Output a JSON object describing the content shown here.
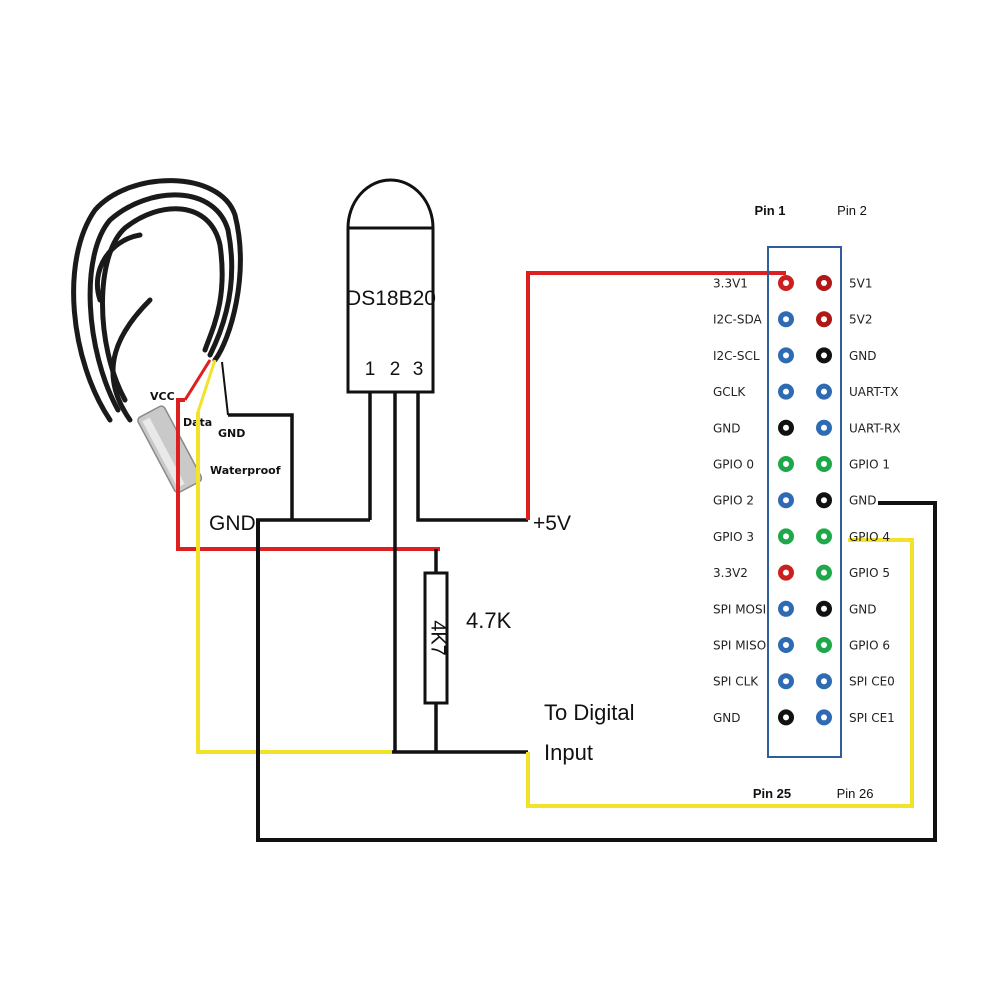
{
  "sensor": {
    "name": "DS18B20",
    "pin_numbers": [
      "1",
      "2",
      "3"
    ]
  },
  "cable_labels": {
    "vcc": "VCC",
    "data": "Data",
    "gnd": "GND",
    "waterproof": "Waterproof"
  },
  "labels": {
    "gnd": "GND",
    "plus5v": "+5V",
    "resistor_code": "4K7",
    "resistor_value": "4.7K",
    "to_digital_line1": "To Digital",
    "to_digital_line2": "Input"
  },
  "header": {
    "pin1": "Pin 1",
    "pin2": "Pin 2",
    "pin25": "Pin 25",
    "pin26": "Pin 26",
    "left_pins": [
      {
        "label": "3.3V1",
        "color": "#cc1f1f"
      },
      {
        "label": "I2C-SDA",
        "color": "#2f6bb3"
      },
      {
        "label": "I2C-SCL",
        "color": "#2f6bb3"
      },
      {
        "label": "GCLK",
        "color": "#2f6bb3"
      },
      {
        "label": "GND",
        "color": "#111111"
      },
      {
        "label": "GPIO 0",
        "color": "#1fa84a"
      },
      {
        "label": "GPIO 2",
        "color": "#2f6bb3"
      },
      {
        "label": "GPIO 3",
        "color": "#1fa84a"
      },
      {
        "label": "3.3V2",
        "color": "#cc1f1f"
      },
      {
        "label": "SPI MOSI",
        "color": "#2f6bb3"
      },
      {
        "label": "SPI MISO",
        "color": "#2f6bb3"
      },
      {
        "label": "SPI CLK",
        "color": "#2f6bb3"
      },
      {
        "label": "GND",
        "color": "#111111"
      }
    ],
    "right_pins": [
      {
        "label": "5V1",
        "color": "#b01818"
      },
      {
        "label": "5V2",
        "color": "#b01818"
      },
      {
        "label": "GND",
        "color": "#111111"
      },
      {
        "label": "UART-TX",
        "color": "#2f6bb3"
      },
      {
        "label": "UART-RX",
        "color": "#2f6bb3"
      },
      {
        "label": "GPIO 1",
        "color": "#1fa84a"
      },
      {
        "label": "GND",
        "color": "#111111"
      },
      {
        "label": "GPIO 4",
        "color": "#1fa84a"
      },
      {
        "label": "GPIO 5",
        "color": "#1fa84a"
      },
      {
        "label": "GND",
        "color": "#111111"
      },
      {
        "label": "GPIO 6",
        "color": "#1fa84a"
      },
      {
        "label": "SPI CE0",
        "color": "#2f6bb3"
      },
      {
        "label": "SPI CE1",
        "color": "#2f6bb3"
      }
    ]
  },
  "wire_colors": {
    "power": "#dd1f1f",
    "data": "#f2e22a",
    "ground": "#111111"
  }
}
